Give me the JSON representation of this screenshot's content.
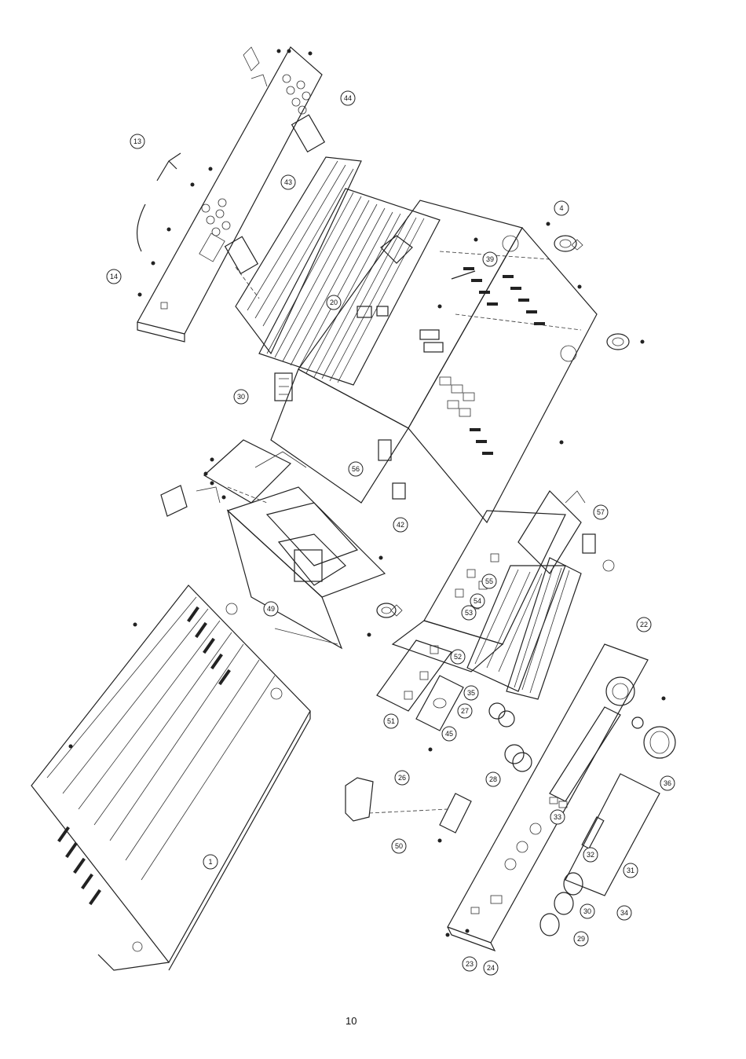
{
  "page": {
    "number": "10"
  },
  "callouts": [
    {
      "id": "1"
    },
    {
      "id": "13"
    },
    {
      "id": "14"
    },
    {
      "id": "43"
    },
    {
      "id": "44"
    },
    {
      "id": "4"
    },
    {
      "id": "20"
    },
    {
      "id": "30"
    },
    {
      "id": "56"
    },
    {
      "id": "42"
    },
    {
      "id": "49"
    },
    {
      "id": "57"
    },
    {
      "id": "22"
    },
    {
      "id": "55"
    },
    {
      "id": "54"
    },
    {
      "id": "53"
    },
    {
      "id": "52"
    },
    {
      "id": "51"
    },
    {
      "id": "45"
    },
    {
      "id": "35"
    },
    {
      "id": "27"
    },
    {
      "id": "28"
    },
    {
      "id": "26"
    },
    {
      "id": "50"
    },
    {
      "id": "36"
    },
    {
      "id": "33"
    },
    {
      "id": "32"
    },
    {
      "id": "31"
    },
    {
      "id": "30"
    },
    {
      "id": "29"
    },
    {
      "id": "34"
    },
    {
      "id": "23"
    },
    {
      "id": "24"
    },
    {
      "id": "39"
    }
  ]
}
